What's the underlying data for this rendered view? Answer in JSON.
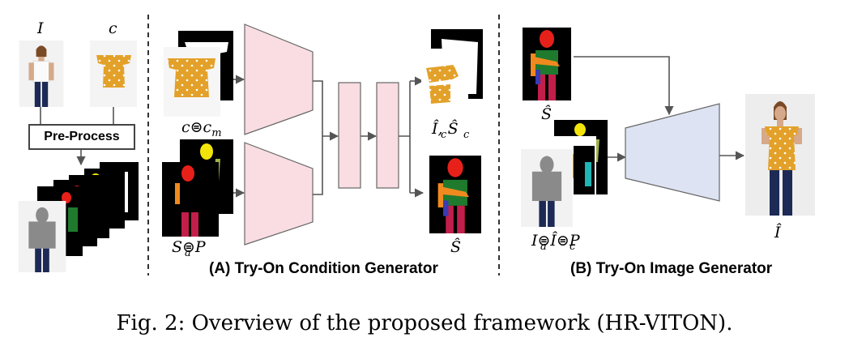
{
  "labels": {
    "person_image": "I",
    "cloth_image": "c",
    "cloth_and_mask": "c⊜c",
    "cloth_mask_sub": "m",
    "agnostic_seg_pose": "S⊜P",
    "agnostic_seg_sub": "a",
    "warped_outputs": "Î, Ŝ",
    "warped_sub_1": "c",
    "warped_sub_2": "c",
    "seg_output_a": "Ŝ",
    "seg_output_b": "Ŝ",
    "image_gen_input": "I⊜Î⊜P",
    "image_gen_sub_1": "a",
    "image_gen_sub_2": "c",
    "final_output": "Î"
  },
  "pre_process": "Pre-Process",
  "sections": {
    "a": "(A) Try-On Condition Generator",
    "b": "(B) Try-On Image Generator"
  },
  "caption": "Fig. 2: Overview of the proposed framework (HR-VITON).",
  "colors": {
    "encoder_pink": "#f9dde2",
    "generator_blue": "#dde3f2",
    "cloth_orange": "#e3a12a",
    "face_red": "#e8201a",
    "shirt_green": "#1f7a2e",
    "arm_orange": "#f08a1e",
    "pants_crimson": "#c21e4a",
    "hair_yellow": "#f2e40a",
    "skin_teal": "#1fb5b5"
  }
}
